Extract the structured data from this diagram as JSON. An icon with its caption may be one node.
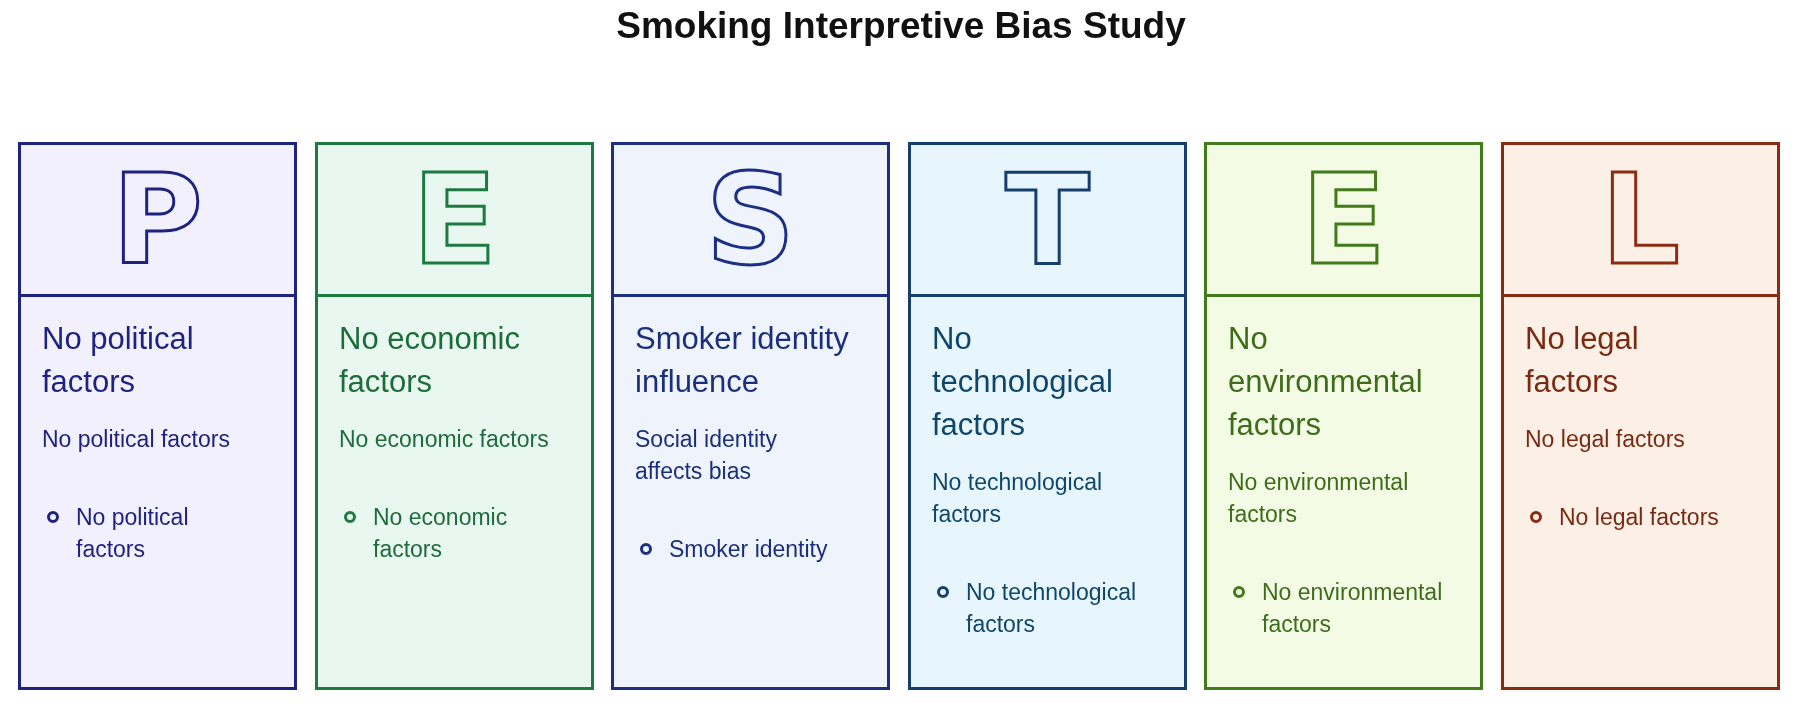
{
  "diagram": {
    "title": "Smoking Interpretive Bias Study",
    "nodes": [
      {
        "text": [
          "P",
          "No political factors",
          "No political factors",
          "No political factors"
        ]
      },
      {
        "text": [
          "E",
          "No economic factors",
          "No economic factors",
          "No economic factors"
        ]
      },
      {
        "text": [
          "S",
          "Smoker identity influence",
          "Social identity affects bias",
          "Smoker identity"
        ]
      },
      {
        "text": [
          "T",
          "No technological factors",
          "No technological factors",
          "No technological factors"
        ]
      },
      {
        "text": [
          "E",
          "No environmental factors",
          "No environmental factors",
          "No environmental factors"
        ]
      },
      {
        "text": [
          "L",
          "No legal factors",
          "No legal factors",
          "No legal factors"
        ]
      }
    ]
  }
}
